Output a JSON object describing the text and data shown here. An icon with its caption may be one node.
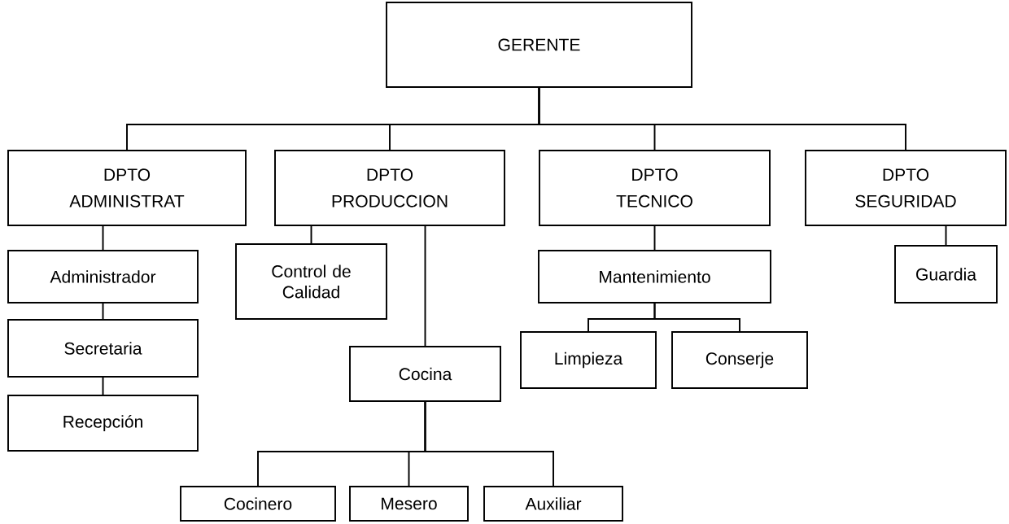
{
  "diagram": {
    "nodes": [
      {
        "text": [
          "GERENTE"
        ]
      },
      {
        "text": [
          "DPTO",
          "ADMINISTRAT"
        ]
      },
      {
        "text": [
          "DPTO",
          "PRODUCCION"
        ]
      },
      {
        "text": [
          "DPTO",
          "TECNICO"
        ]
      },
      {
        "text": [
          "DPTO",
          "SEGURIDAD"
        ]
      },
      {
        "text": [
          "Administrador"
        ]
      },
      {
        "text": [
          "Control de Calidad"
        ]
      },
      {
        "text": [
          "Mantenimiento"
        ]
      },
      {
        "text": [
          "Guardia"
        ]
      },
      {
        "text": [
          "Secretaria"
        ]
      },
      {
        "text": [
          "Limpieza"
        ]
      },
      {
        "text": [
          "Conserje"
        ]
      },
      {
        "text": [
          "Cocina"
        ]
      },
      {
        "text": [
          "Recepción"
        ]
      },
      {
        "text": [
          "Cocinero"
        ]
      },
      {
        "text": [
          "Mesero"
        ]
      },
      {
        "text": [
          "Auxiliar"
        ]
      }
    ],
    "edges": [
      {
        "from": 0,
        "to": 1,
        "arrow": "none"
      },
      {
        "from": 0,
        "to": 2,
        "arrow": "none"
      },
      {
        "from": 0,
        "to": 3,
        "arrow": "none"
      },
      {
        "from": 0,
        "to": 4,
        "arrow": "none"
      },
      {
        "from": 1,
        "to": 5,
        "arrow": "none"
      },
      {
        "from": 5,
        "to": 9,
        "arrow": "none"
      },
      {
        "from": 9,
        "to": 13,
        "arrow": "none"
      },
      {
        "from": 2,
        "to": 6,
        "arrow": "none"
      },
      {
        "from": 2,
        "to": 12,
        "arrow": "none"
      },
      {
        "from": 3,
        "to": 7,
        "arrow": "none"
      },
      {
        "from": 7,
        "to": 10,
        "arrow": "none"
      },
      {
        "from": 7,
        "to": 11,
        "arrow": "none"
      },
      {
        "from": 4,
        "to": 8,
        "arrow": "none"
      },
      {
        "from": 12,
        "to": 14,
        "arrow": "none"
      },
      {
        "from": 12,
        "to": 15,
        "arrow": "none"
      },
      {
        "from": 12,
        "to": 16,
        "arrow": "none"
      }
    ]
  }
}
